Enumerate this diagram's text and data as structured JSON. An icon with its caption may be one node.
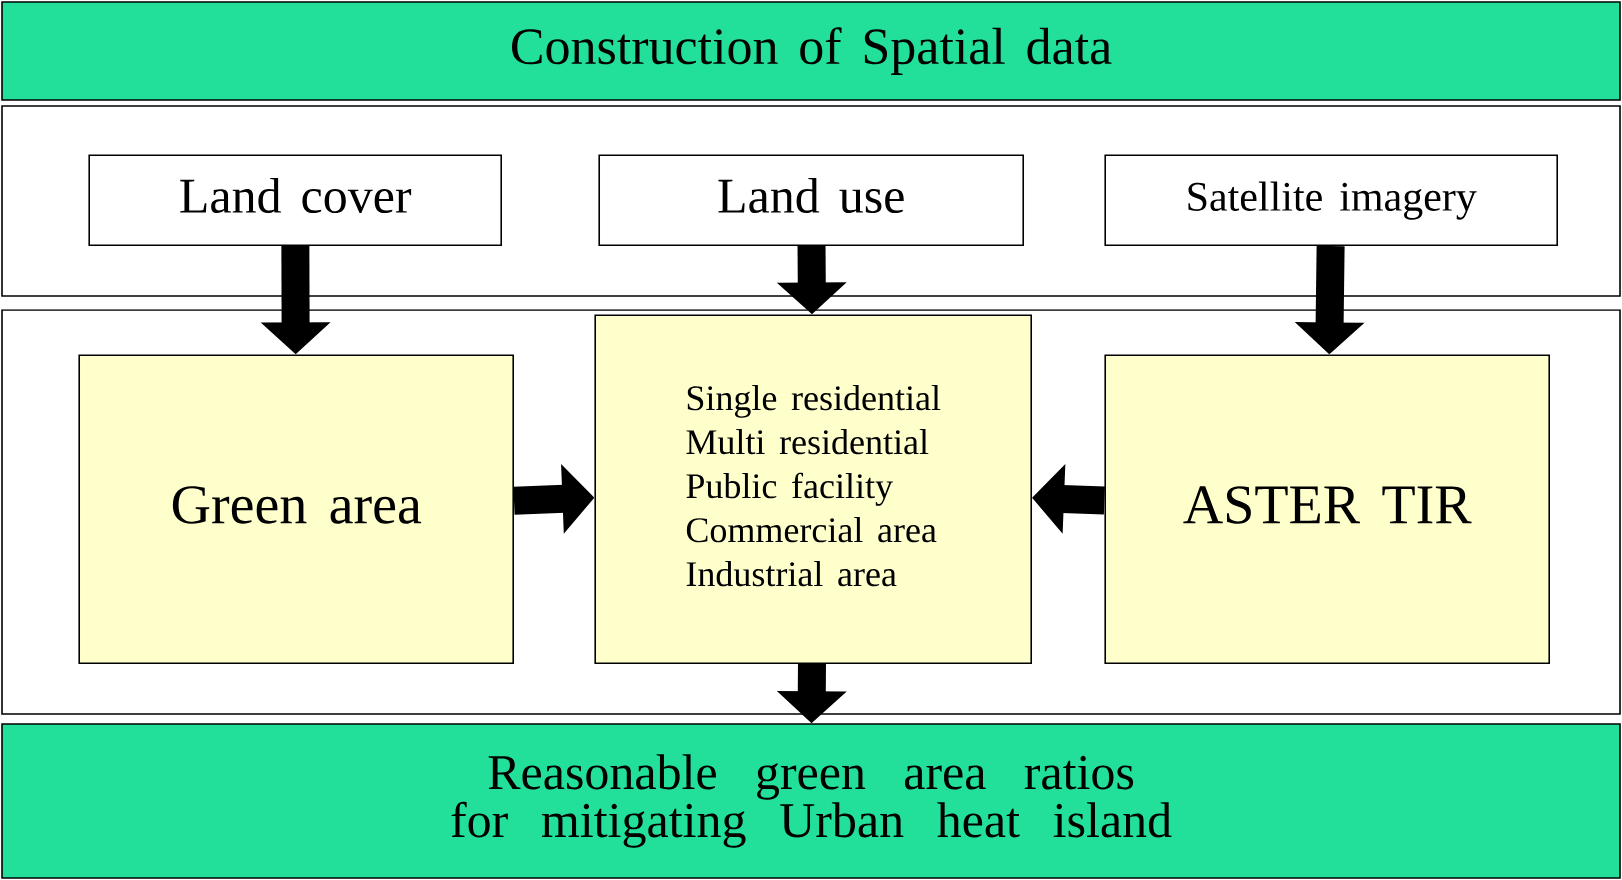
{
  "diagram": {
    "nodes": [
      {
        "text": [
          "Construction of Spatial data"
        ]
      },
      {
        "text": [],
        "shape": "box"
      },
      {
        "text": [
          "Land cover"
        ],
        "in": 1
      },
      {
        "text": [
          "Land use"
        ],
        "in": 1
      },
      {
        "text": [
          "Satellite imagery"
        ],
        "in": 1
      },
      {
        "text": [],
        "shape": "box"
      },
      {
        "text": [
          "Green area"
        ],
        "in": 5
      },
      {
        "text": [
          "Single residential",
          "Multi residential",
          "Public facility",
          "Commercial area",
          "Industrial area"
        ],
        "in": 5
      },
      {
        "text": [
          "ASTER TIR"
        ],
        "in": 5
      },
      {
        "text": [
          "Reasonable green area ratios for mitigating Urban heat island"
        ]
      }
    ],
    "edges": [
      {
        "from": 2,
        "to": 6,
        "arrow": "to"
      },
      {
        "from": 3,
        "to": 7,
        "arrow": "to"
      },
      {
        "from": 4,
        "to": 8,
        "arrow": "to"
      },
      {
        "from": 6,
        "to": 7,
        "arrow": "to"
      },
      {
        "from": 8,
        "to": 7,
        "arrow": "to"
      },
      {
        "from": 7,
        "to": 9,
        "arrow": "to"
      }
    ]
  }
}
